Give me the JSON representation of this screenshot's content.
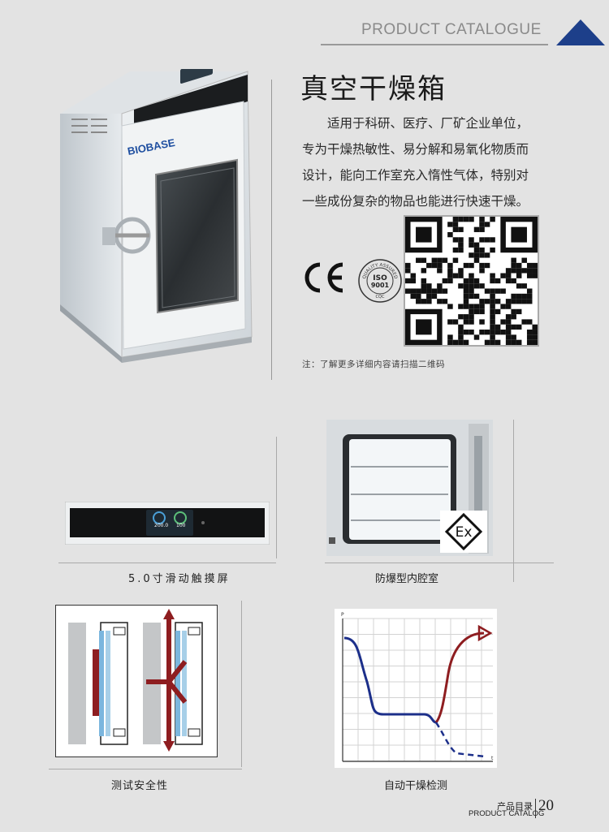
{
  "header": {
    "title": "PRODUCT CATALOGUE"
  },
  "product": {
    "title": "真空干燥箱",
    "brand_logo": "BIOBASE",
    "description_lines": [
      "适用于科研、医疗、厂矿企业单位，",
      "专为干燥热敏性、易分解和易氧化物质而",
      "设计，能向工作室充入惰性气体，特别对",
      "一些成份复杂的物品也能进行快速干燥。"
    ]
  },
  "certifications": {
    "ce": "CE",
    "iso_number": "ISO 9001",
    "iso_ring_text": "QUALITY ASSURED FIRM",
    "iso_bottom": "CQC"
  },
  "qr_note": "注：了解更多详细内容请扫描二维码",
  "features": [
    {
      "caption": "5.0寸滑动触摸屏",
      "display_left": "200.0",
      "display_right": "100"
    },
    {
      "caption": "防爆型内腔室",
      "badge": "Ex"
    },
    {
      "caption": "测试安全性"
    },
    {
      "caption": "自动干燥检测",
      "y_axis": "P",
      "x_axis": "t"
    }
  ],
  "footer": {
    "cn": "产品目录",
    "en": "PRODUCT CATALOG",
    "page": "20"
  },
  "colors": {
    "accent": "#1d3f8a",
    "curve_blue": "#1c2f8a",
    "curve_red": "#8e1d20"
  }
}
